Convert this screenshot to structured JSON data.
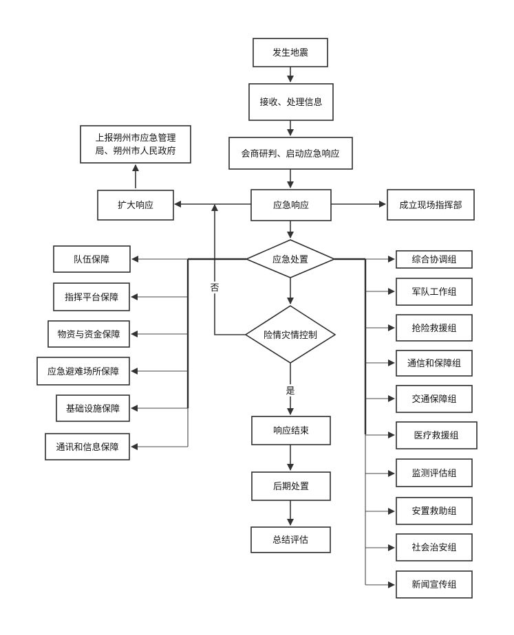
{
  "nodes": {
    "earthquake": "发生地震",
    "receive": "接收、处理信息",
    "consult": "会商研判、启动应急响应",
    "report_line1": "上报朔州市应急管理",
    "report_line2": "局、朔州市人民政府",
    "expand": "扩大响应",
    "response": "应急响应",
    "field_hq": "成立现场指挥部",
    "disposal": "应急处置",
    "control": "险情灾情控制",
    "end": "响应结束",
    "aftermath": "后期处置",
    "evaluate": "总结评估"
  },
  "edge_labels": {
    "no": "否",
    "yes": "是"
  },
  "guarantees": [
    "队伍保障",
    "指挥平台保障",
    "物资与资金保障",
    "应急避难场所保障",
    "基础设施保障",
    "通讯和信息保障"
  ],
  "groups": [
    "综合协调组",
    "军队工作组",
    "抢险救援组",
    "通信和保障组",
    "交通保障组",
    "医疗救援组",
    "监测评估组",
    "安置救助组",
    "社会治安组",
    "新闻宣传组"
  ]
}
